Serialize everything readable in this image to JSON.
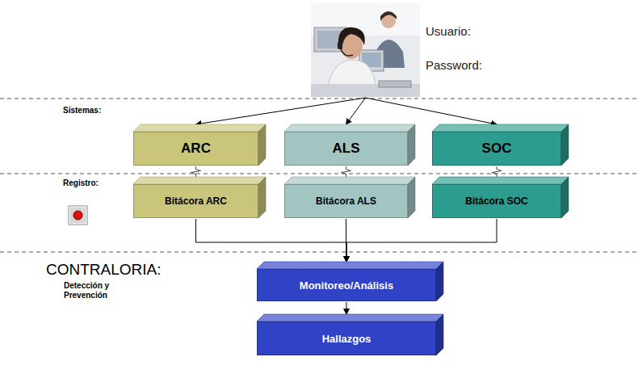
{
  "diagram": {
    "nodes": [
      {
        "text": [
          "Usuario:",
          "Password:"
        ]
      },
      {
        "text": [
          "ARC"
        ]
      },
      {
        "text": [
          "ALS"
        ]
      },
      {
        "text": [
          "SOC"
        ]
      },
      {
        "text": [
          "Bitácora ARC"
        ]
      },
      {
        "text": [
          "Bitácora ALS"
        ]
      },
      {
        "text": [
          "Bitácora SOC"
        ]
      },
      {
        "text": [
          "Monitoreo/Análisis"
        ]
      },
      {
        "text": [
          "Hallazgos"
        ]
      }
    ],
    "edges": [
      {
        "from": 0,
        "to": 1,
        "arrow": "to"
      },
      {
        "from": 0,
        "to": 2,
        "arrow": "to"
      },
      {
        "from": 0,
        "to": 3,
        "arrow": "to"
      },
      {
        "from": 1,
        "to": 4,
        "arrow": "none"
      },
      {
        "from": 2,
        "to": 5,
        "arrow": "none"
      },
      {
        "from": 3,
        "to": 6,
        "arrow": "none"
      },
      {
        "from": 4,
        "to": 7,
        "arrow": "to"
      },
      {
        "from": 5,
        "to": 7,
        "arrow": "to"
      },
      {
        "from": 6,
        "to": 7,
        "arrow": "to"
      },
      {
        "from": 7,
        "to": 8,
        "arrow": "to"
      }
    ],
    "labels": [
      "Sistemas:",
      "Registro:",
      "CONTRALORIA:",
      "Detección y Prevención"
    ]
  }
}
